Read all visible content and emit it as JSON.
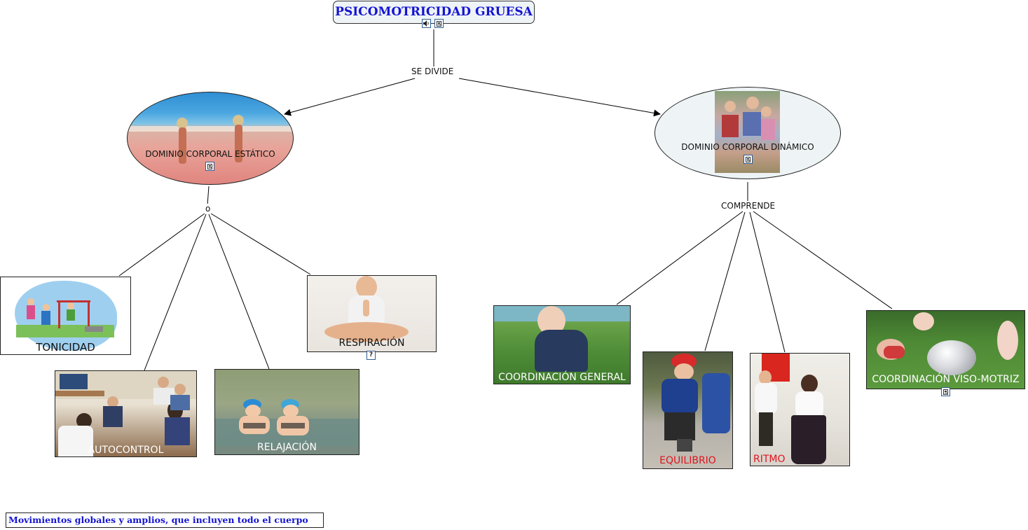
{
  "title": "PSICOMOTRICIDAD GRUESA",
  "link_labels": {
    "divide": "SE DIVIDE",
    "o": "o",
    "comprende": "COMPRENDE"
  },
  "nodes": {
    "estatico": "DOMINIO CORPORAL ESTÁTICO",
    "dinamico": "DOMINIO CORPORAL DINÁMICO",
    "tonicidad": "TONICIDAD",
    "autocontrol": "AUTOCONTROL",
    "relajacion": "RELAJACIÓN",
    "respiracion": "RESPIRACIÓN",
    "coord_general": "COORDINACIÓN GENERAL",
    "equilibrio": "EQUILIBRIO",
    "ritmo": "RITMO",
    "coord_viso": "COORDINACIÓN VISO-MOTRIZ"
  },
  "footer_note": "Movimientos globales y amplios, que incluyen todo el cuerpo",
  "colors": {
    "title_text": "#1414d2",
    "title_bg": "#eef3f6",
    "red_label": "#e0141e",
    "white_label": "#ffffff",
    "link_line": "#000000"
  },
  "icons": {
    "title": [
      "audio-icon",
      "document-icon"
    ],
    "estatico": "document-icon",
    "dinamico": "document-icon",
    "respiracion": "question-icon",
    "coord_viso": "document-icon"
  }
}
